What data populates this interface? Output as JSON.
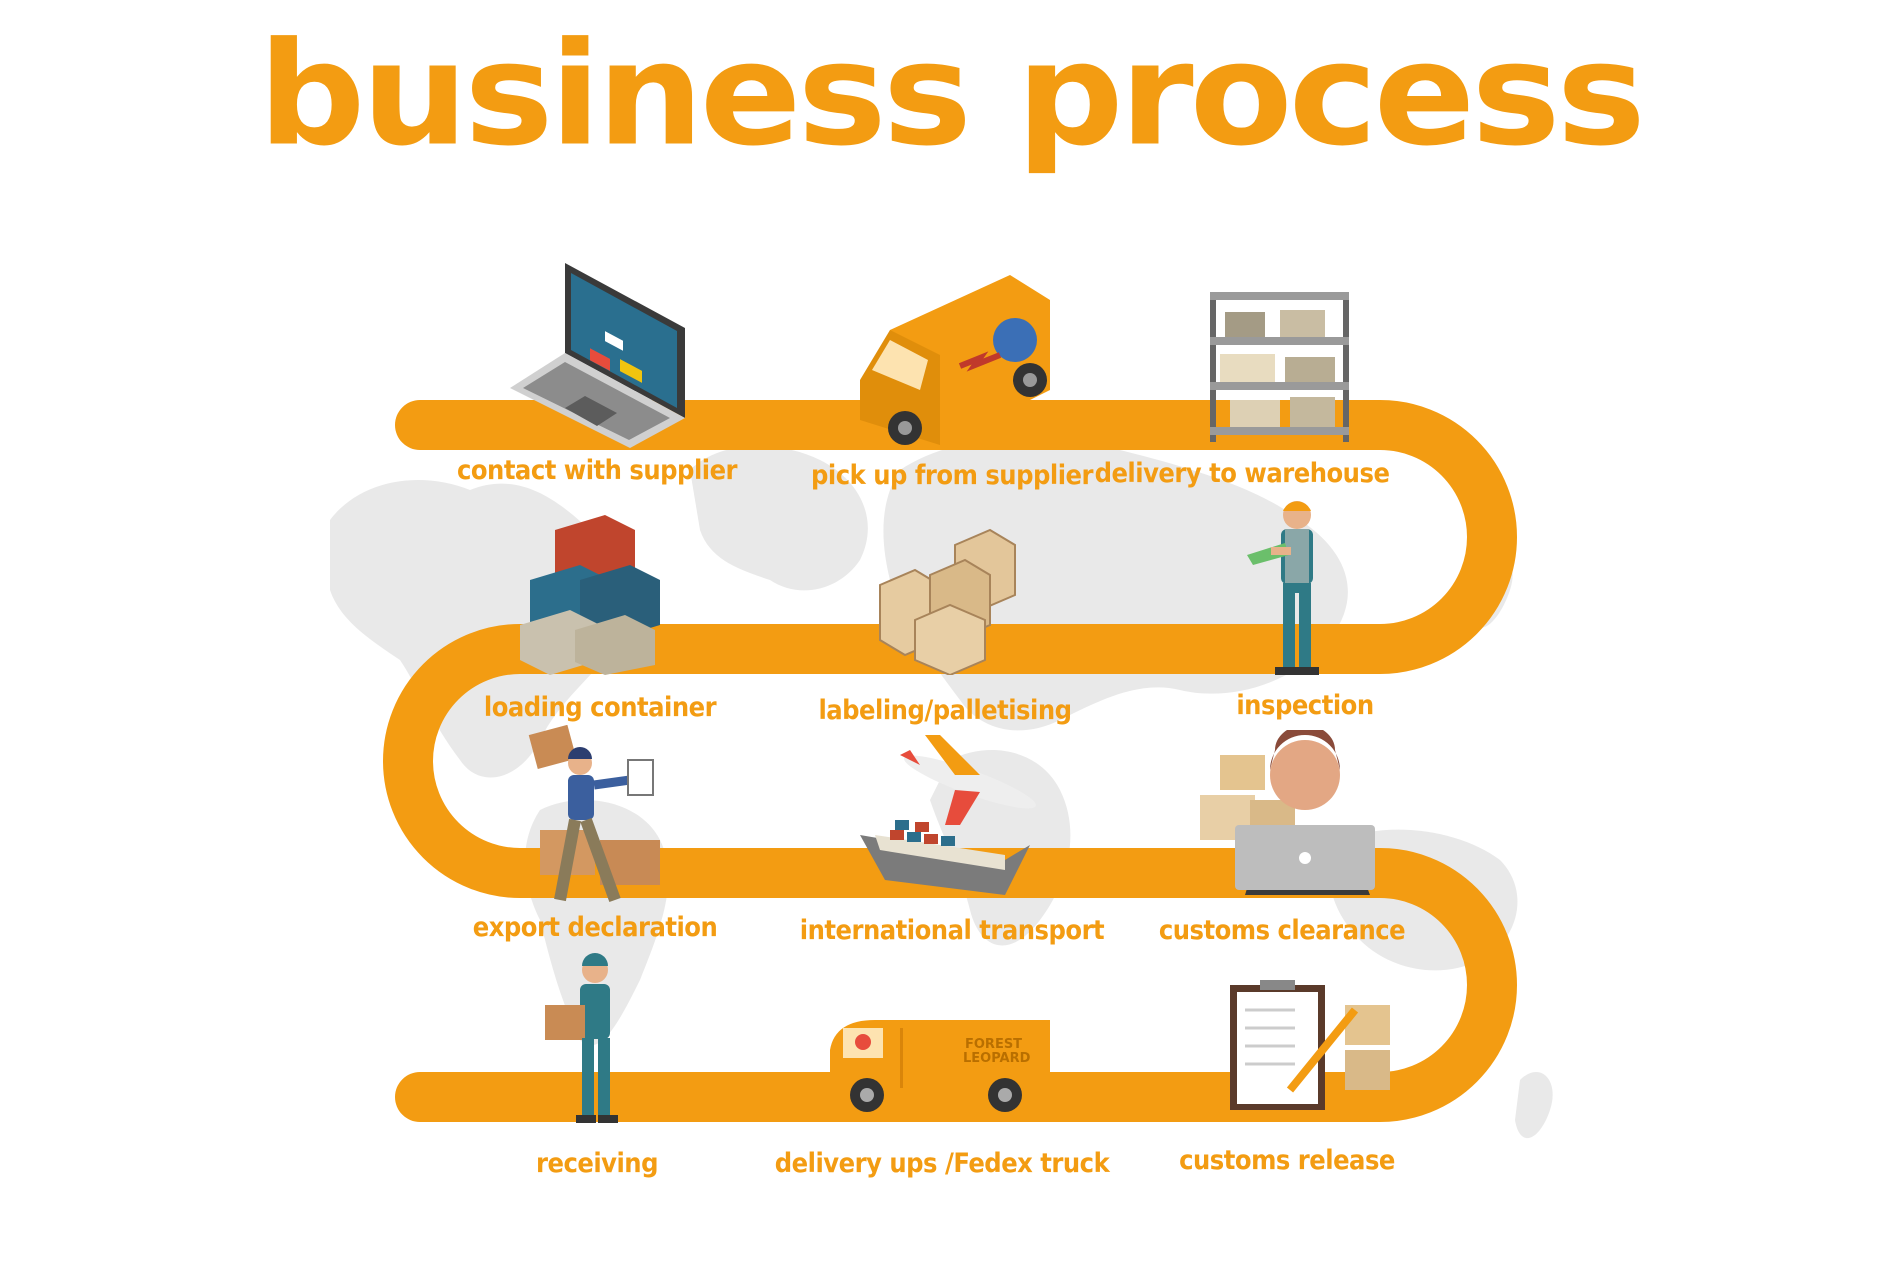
{
  "title": "business process",
  "colors": {
    "accent": "#f39c12",
    "map": "#e6e6e6",
    "background": "#ffffff"
  },
  "steps": [
    {
      "label": "contact with supplier",
      "icon": "laptop-icon"
    },
    {
      "label": "pick up from supplier",
      "icon": "delivery-van-icon"
    },
    {
      "label": "delivery to warehouse",
      "icon": "warehouse-shelf-icon"
    },
    {
      "label": "inspection",
      "icon": "inspector-worker-icon"
    },
    {
      "label": "labeling/palletising",
      "icon": "wooden-crates-icon"
    },
    {
      "label": "loading container",
      "icon": "shipping-containers-icon"
    },
    {
      "label": "export declaration",
      "icon": "porter-with-clipboard-icon"
    },
    {
      "label": "international  transport",
      "icon": "plane-and-ship-icon"
    },
    {
      "label": "customs clearance",
      "icon": "customs-officer-laptop-icon"
    },
    {
      "label": "customs release",
      "icon": "clipboard-checklist-icon"
    },
    {
      "label": "delivery ups /Fedex truck",
      "icon": "courier-truck-icon"
    },
    {
      "label": "receiving",
      "icon": "worker-carrying-box-icon"
    }
  ],
  "truck_text": "FOREST\nLEOPARD"
}
